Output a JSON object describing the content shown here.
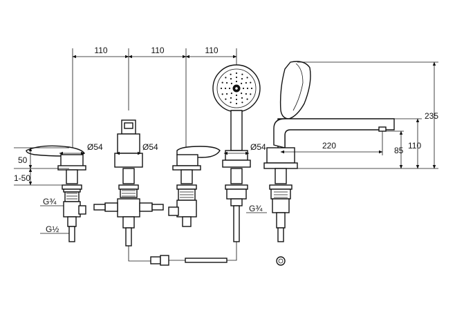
{
  "dimensions": {
    "spacing_1": "110",
    "spacing_2": "110",
    "spacing_3": "110",
    "diameter_1": "Ø54",
    "diameter_2": "Ø54",
    "diameter_3": "Ø54",
    "spout_reach": "220",
    "height_235": "235",
    "height_110": "110",
    "height_85": "85",
    "handle_height": "50",
    "deck_range": "1-50",
    "thread_g34_left": "G¾",
    "thread_g12": "G½",
    "thread_g34_right": "G¾"
  }
}
